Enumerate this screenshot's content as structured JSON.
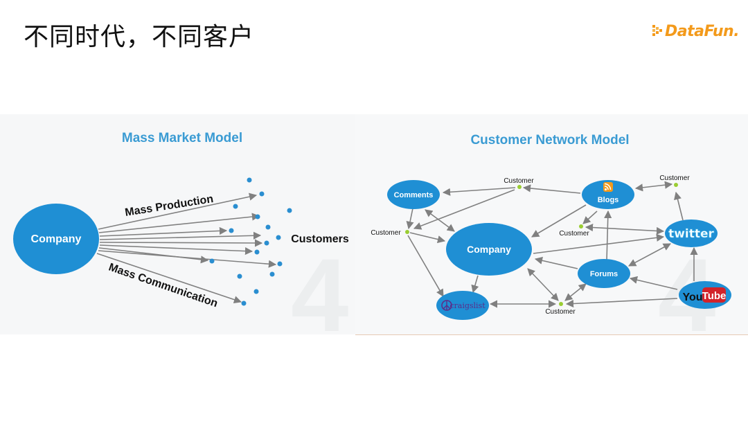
{
  "slide": {
    "title": "不同时代，不同客户"
  },
  "logo": {
    "text": "DataFun."
  },
  "colors": {
    "node_blue": "#1f8fd4",
    "title_blue": "#3a9bd3",
    "arrow_gray": "#808080",
    "customer_dot": "#9acd32",
    "logo_orange": "#f39a1b",
    "dot_blue": "#2a8ed0"
  },
  "mass_market": {
    "title": "Mass Market Model",
    "company": "Company",
    "production_label": "Mass Production",
    "communication_label": "Mass Communication",
    "customers_label": "Customers"
  },
  "customer_network": {
    "title": "Customer Network Model",
    "company": "Company",
    "comments": "Comments",
    "blogs": "Blogs",
    "forums": "Forums",
    "craigslist": "craigslist",
    "twitter": "twitter",
    "youtube_you": "You",
    "youtube_tube": "Tube",
    "customer_top": "Customer",
    "customer_left": "Customer",
    "customer_mid": "Customer",
    "customer_right": "Customer",
    "customer_bottom": "Customer"
  }
}
